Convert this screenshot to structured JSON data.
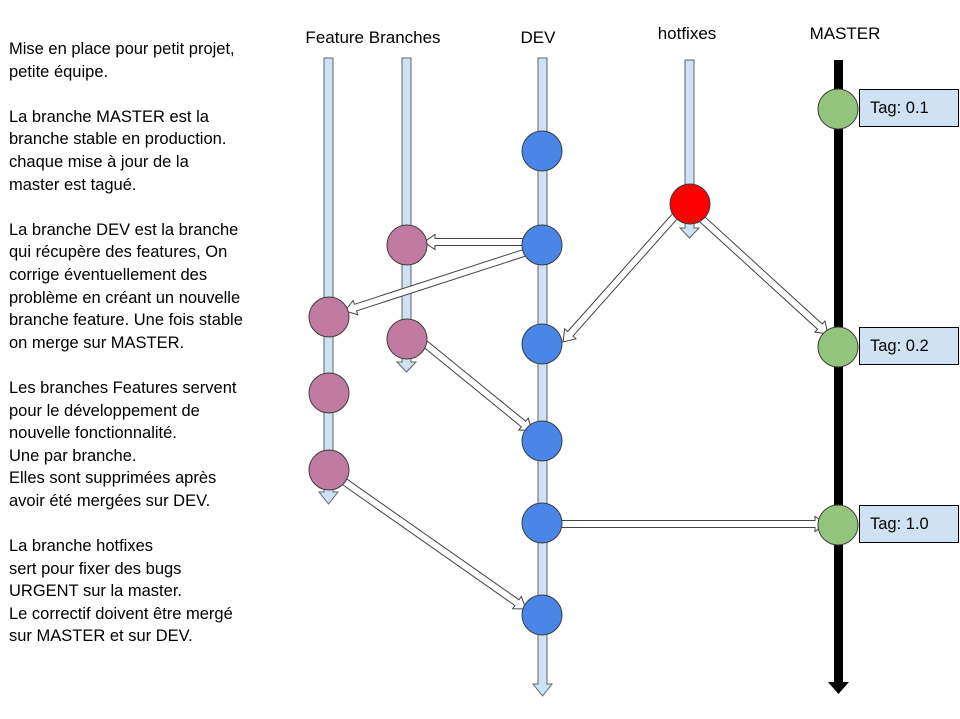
{
  "description": {
    "paragraphs": [
      [
        "Mise en place pour petit projet,",
        "petite équipe."
      ],
      [
        "La branche MASTER est la",
        "branche stable en production.",
        "chaque mise à jour de la",
        "master est tagué."
      ],
      [
        "La branche DEV est la branche",
        "qui récupère des features, On",
        "corrige éventuellement des",
        "problème en créant un nouvelle",
        "branche feature. Une fois stable",
        "on merge sur MASTER."
      ],
      [
        "Les branches Features servent",
        "pour le développement de",
        "nouvelle fonctionnalité.",
        "Une par branche.",
        "Elles sont supprimées après",
        "avoir été mergées sur DEV."
      ],
      [
        "La branche hotfixes",
        "sert pour fixer des bugs",
        "URGENT sur la master.",
        "Le correctif doivent être mergé",
        "sur MASTER et sur DEV."
      ]
    ]
  },
  "columns": {
    "feature": "Feature Branches",
    "dev": "DEV",
    "hotfixes": "hotfixes",
    "master": "MASTER"
  },
  "tags": [
    "Tag: 0.1",
    "Tag: 0.2",
    "Tag: 1.0"
  ],
  "colors": {
    "feature_commit": "#c27ba0",
    "dev_commit": "#4a86e8",
    "hotfix_commit": "#ff0000",
    "master_commit": "#93c47d",
    "branch_line": "#cfe2f3",
    "master_line": "#000000",
    "tag_fill": "#cfe2f3"
  }
}
